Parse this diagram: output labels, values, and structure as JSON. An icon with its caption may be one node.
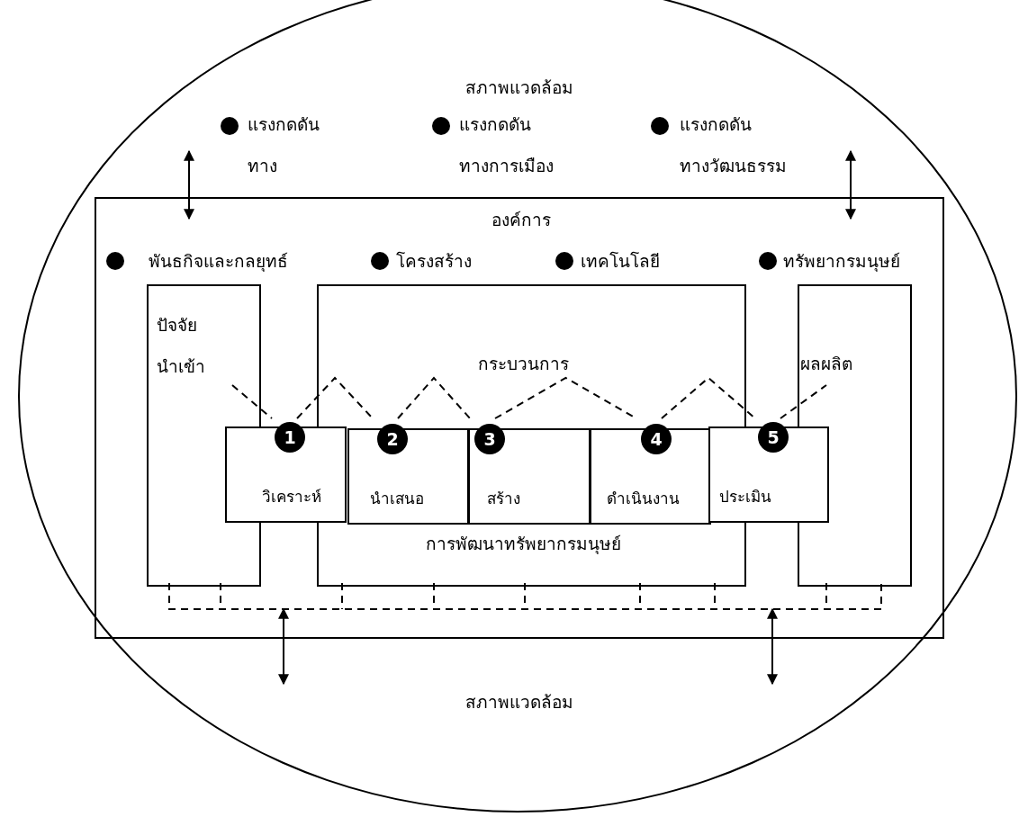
{
  "diagram": {
    "nodes": [
      {
        "text": [
          "สภาพแวดล้อม",
          "สภาพแวดล้อม"
        ]
      },
      {
        "text": [
          "องค์การ"
        ],
        "in": 0
      },
      {
        "text": [
          "ปัจจัย นำเข้า"
        ],
        "in": 1
      },
      {
        "text": [
          "กระบวนการ",
          "การพัฒนาทรัพยากรมนุษย์"
        ],
        "in": 1
      },
      {
        "text": [
          "ผลผลิต"
        ],
        "in": 1
      },
      {
        "text": [
          "1",
          "วิเคราะห์"
        ],
        "in": 1
      },
      {
        "text": [
          "2",
          "นำเสนอ"
        ],
        "in": 3
      },
      {
        "text": [
          "3",
          "สร้าง"
        ],
        "in": 3
      },
      {
        "text": [
          "4",
          "ดำเนินงาน"
        ],
        "in": 3
      },
      {
        "text": [
          "5",
          "ประเมิน"
        ],
        "in": 1
      }
    ],
    "edges": [
      {
        "from": 2,
        "to": 5,
        "arrow": "none",
        "style": "dashed"
      },
      {
        "from": 5,
        "to": 6,
        "arrow": "none",
        "style": "dashed"
      },
      {
        "from": 6,
        "to": 7,
        "arrow": "none",
        "style": "dashed"
      },
      {
        "from": 7,
        "to": 8,
        "arrow": "none",
        "style": "dashed"
      },
      {
        "from": 8,
        "to": 9,
        "arrow": "none",
        "style": "dashed"
      },
      {
        "from": 9,
        "to": 4,
        "arrow": "none",
        "style": "dashed"
      },
      {
        "from": 2,
        "to": 3,
        "arrow": "none",
        "style": "dashed"
      },
      {
        "from": 3,
        "to": 4,
        "arrow": "none",
        "style": "dashed"
      },
      {
        "from": null,
        "to": 1,
        "arrow": "both"
      },
      {
        "from": null,
        "to": 1,
        "arrow": "both"
      },
      {
        "from": 1,
        "to": null,
        "arrow": "both"
      },
      {
        "from": 1,
        "to": null,
        "arrow": "both"
      }
    ],
    "labels": [
      "แรงกดดัน ทาง",
      "แรงกดดัน ทางการเมือง",
      "แรงกดดัน ทางวัฒนธรรม",
      "พันธกิจและกลยุทธ์",
      "โครงสร้าง",
      "เทคโนโลยี",
      "ทรัพยากรมนุษย์"
    ]
  }
}
